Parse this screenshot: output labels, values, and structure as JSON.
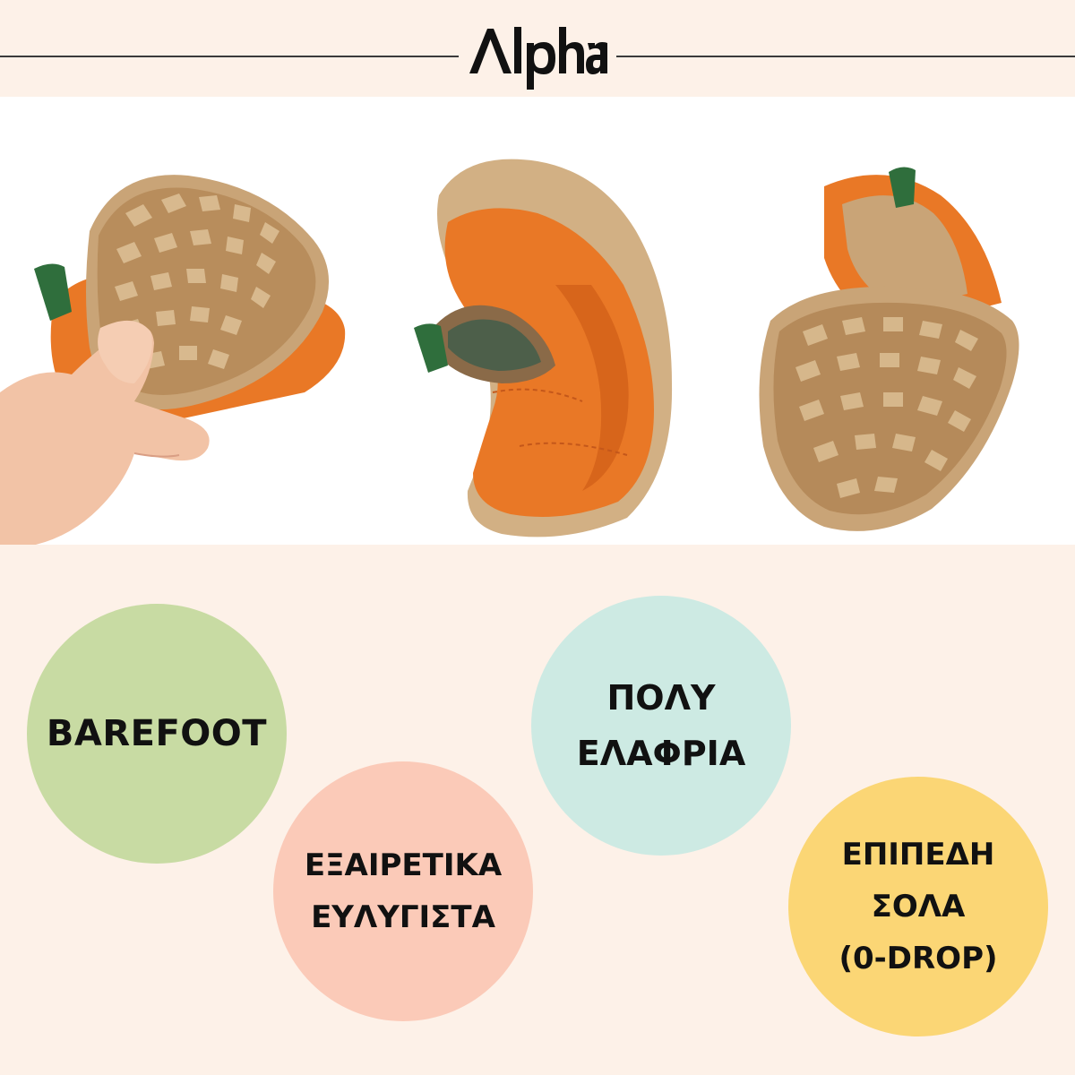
{
  "brand": {
    "logo_text": "Alpha"
  },
  "photos": [
    {
      "name": "shoe-sole-held-in-hand"
    },
    {
      "name": "shoe-flexed-side-view"
    },
    {
      "name": "shoe-bent-sole-view"
    }
  ],
  "features": [
    {
      "lines": [
        "BAREFOOT"
      ],
      "color": "#c8dba3"
    },
    {
      "lines": [
        "ΕΞΑΙΡΕΤΙΚΑ",
        "ΕΥΛΥΓΙΣΤΑ"
      ],
      "color": "#fbcab8"
    },
    {
      "lines": [
        "ΠΟΛΥ",
        "ΕΛΑΦΡΙΑ"
      ],
      "color": "#cdeae3"
    },
    {
      "lines": [
        "ΕΠΙΠΕΔΗ",
        "ΣΟΛΑ",
        "(0-DROP)"
      ],
      "color": "#fbd675"
    }
  ],
  "colors": {
    "background": "#fdf1e8",
    "shoe_orange": "#e97826",
    "sole_tan": "#c9a477",
    "strap_green": "#2f6e3c"
  }
}
